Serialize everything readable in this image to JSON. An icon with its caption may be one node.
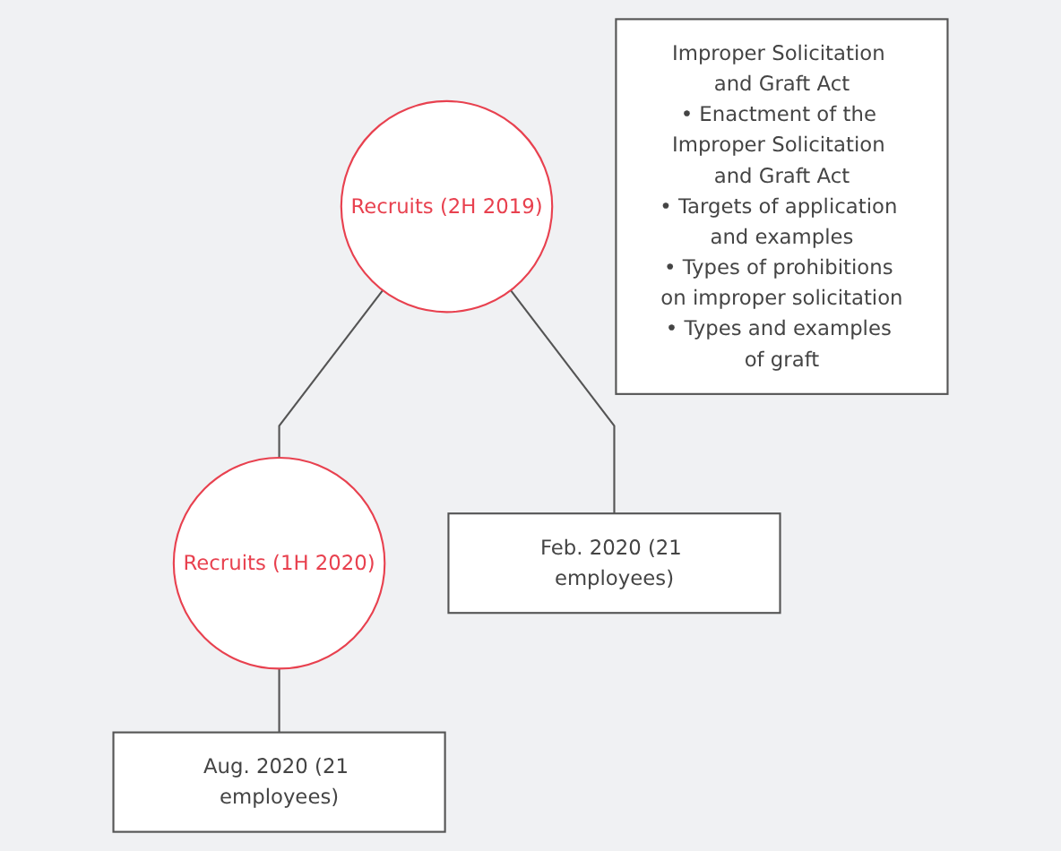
{
  "diagram": {
    "nodes": [
      {
        "text": [
          "Recruits (2H 2019)"
        ]
      },
      {
        "text": [
          "Recruits (1H 2020)"
        ]
      },
      {
        "text": [
          "Feb. 2020 (21 employees)"
        ]
      },
      {
        "text": [
          "Aug. 2020 (21 employees)"
        ]
      },
      {
        "text": [
          "Improper Solicitation and Graft Act",
          "• Enactment of the Improper Solicitation and Graft Act",
          "• Targets of application and examples",
          "• Types of prohibitions on improper solicitation",
          "• Types and examples of graft"
        ]
      }
    ],
    "edges": [
      {
        "from": 0,
        "to": 1,
        "arrow": "none"
      },
      {
        "from": 0,
        "to": 2,
        "arrow": "none"
      },
      {
        "from": 1,
        "to": 3,
        "arrow": "none"
      }
    ]
  }
}
